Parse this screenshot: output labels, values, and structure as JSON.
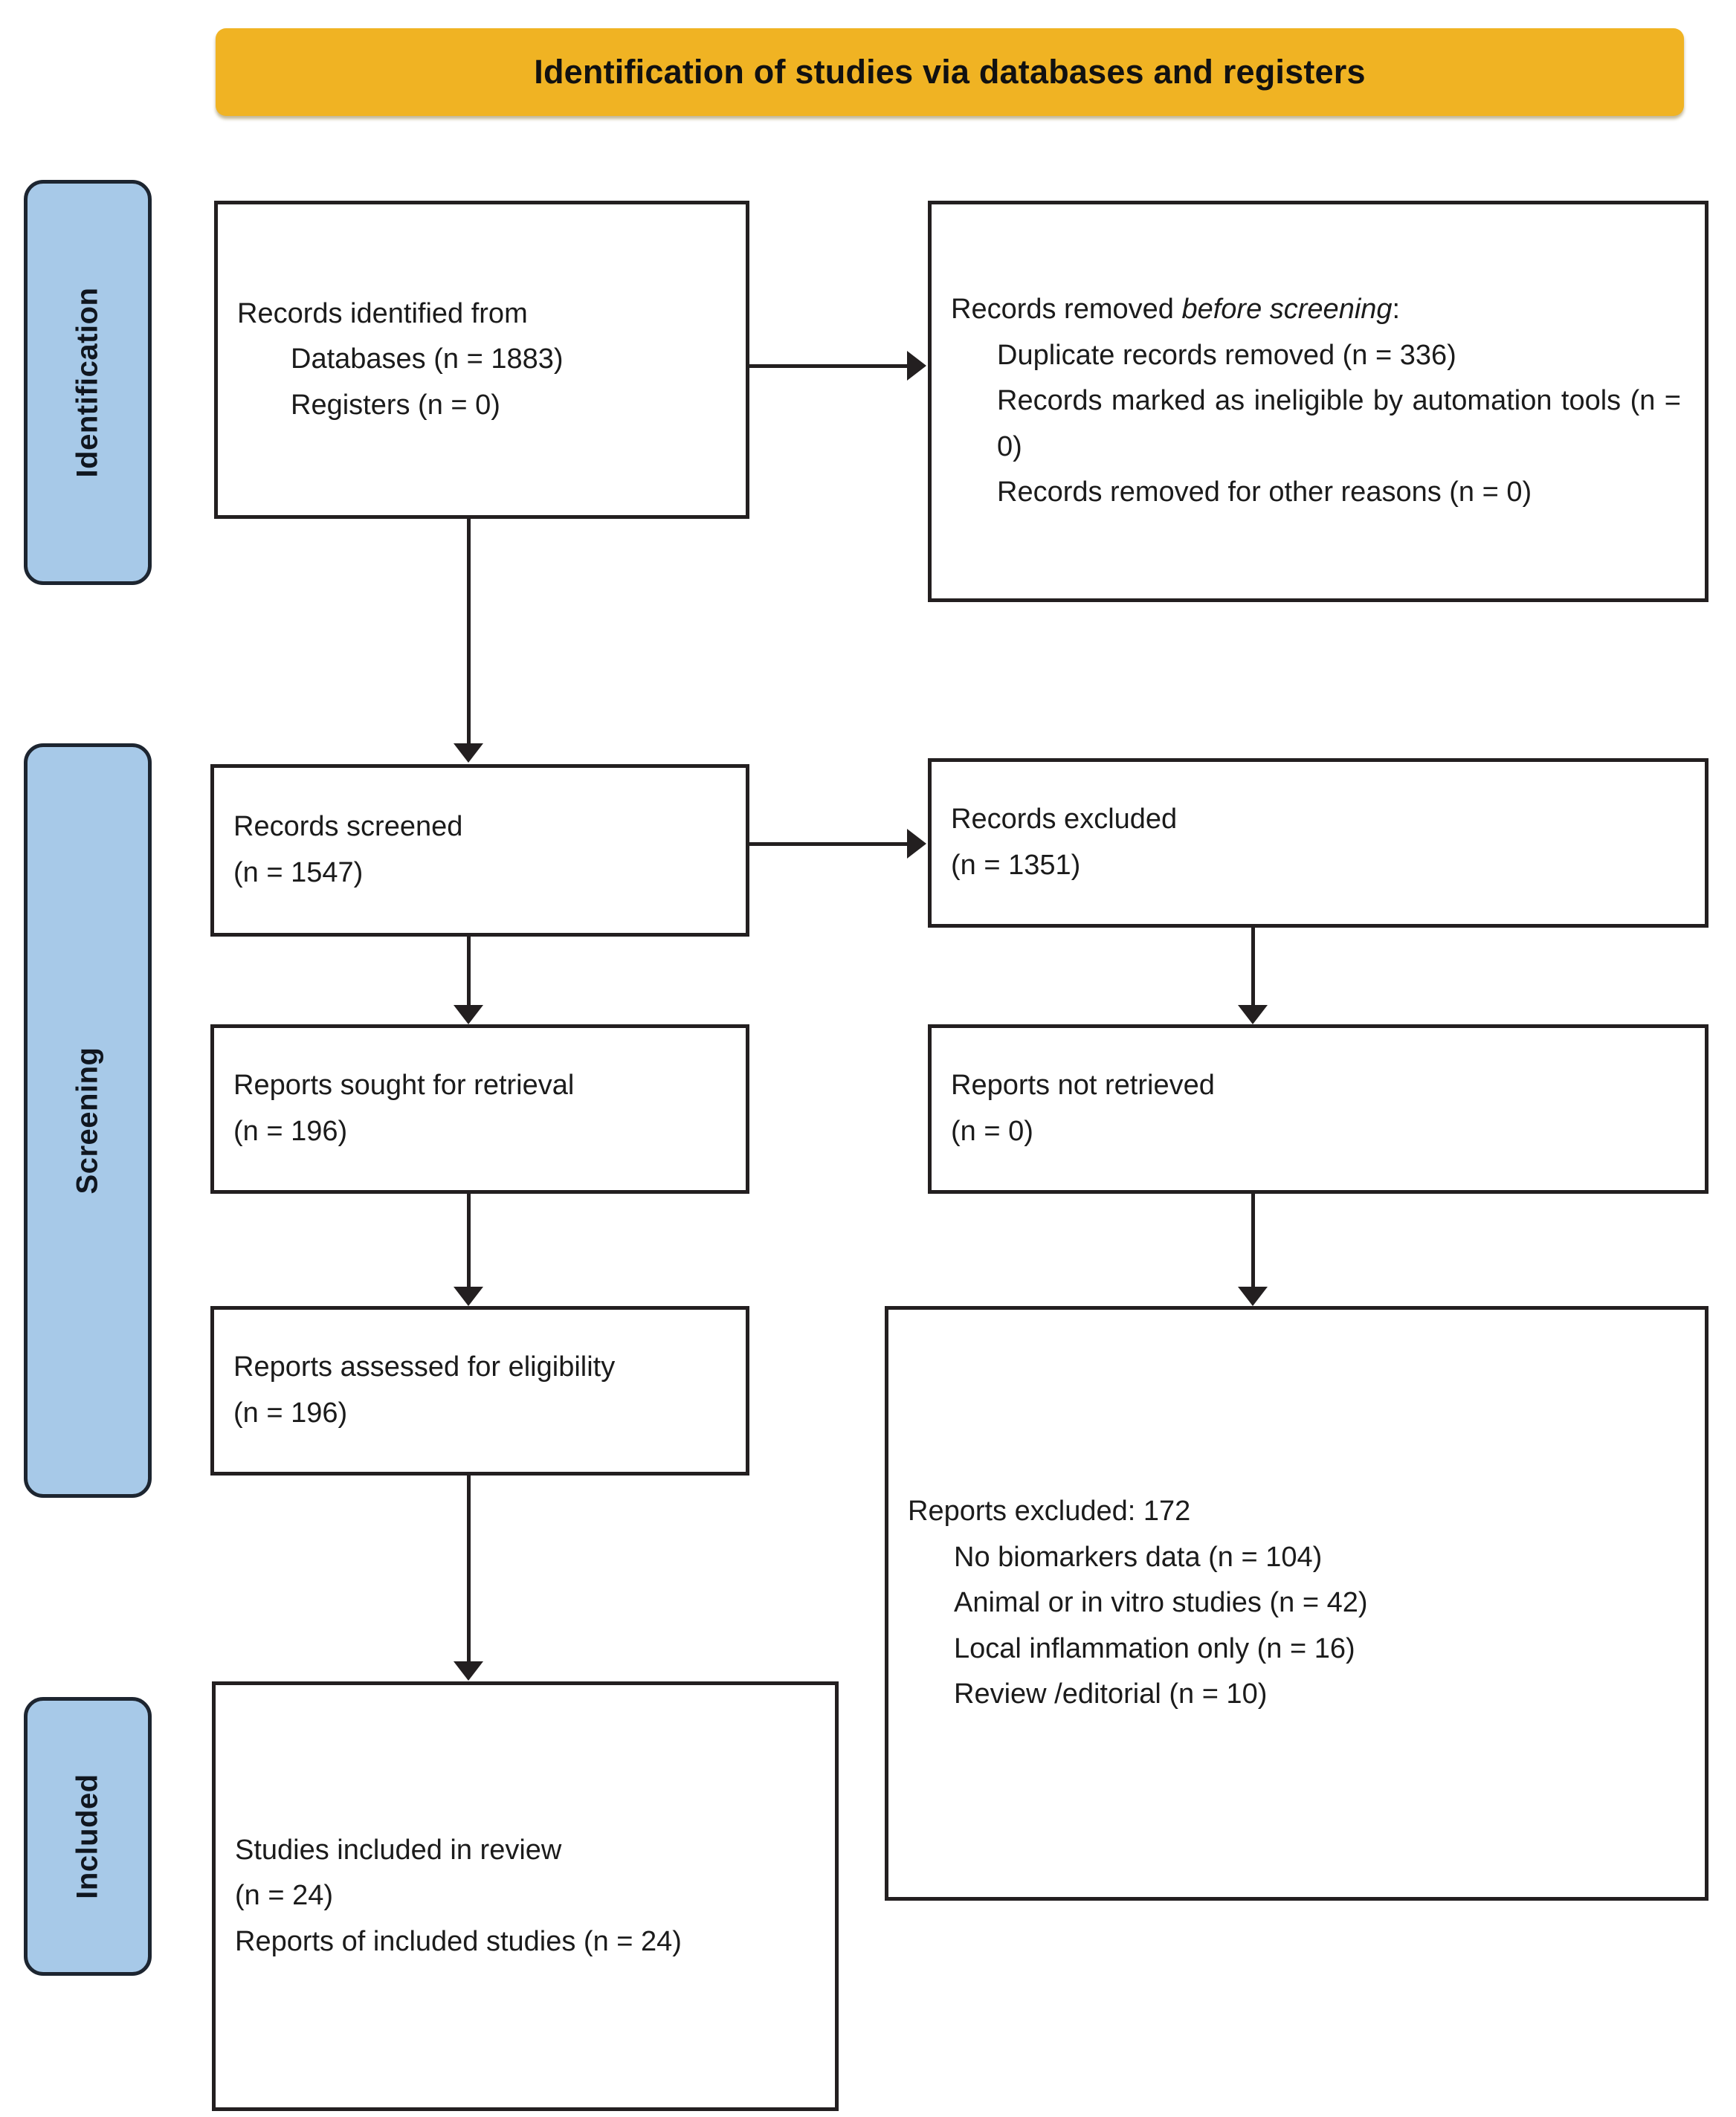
{
  "banner": {
    "title": "Identification of studies via databases and registers"
  },
  "stages": [
    {
      "id": "identification",
      "label": "Identification"
    },
    {
      "id": "screening",
      "label": "Screening"
    },
    {
      "id": "included",
      "label": "Included"
    }
  ],
  "boxes": {
    "records_identified": {
      "title": "Records identified from",
      "items": [
        "Databases  (n = 1883)",
        "Registers (n = 0)"
      ]
    },
    "records_removed": {
      "title_prefix": "Records removed ",
      "title_italic": "before  screening",
      "title_suffix": ":",
      "items": [
        "Duplicate records removed (n = 336)",
        "Records marked as ineligible by automation tools (n = 0)",
        "Records removed for other reasons (n = 0)"
      ]
    },
    "records_screened": {
      "title": "Records screened",
      "count": "(n = 1547)"
    },
    "records_excluded": {
      "title": "Records excluded",
      "count": "(n = 1351)"
    },
    "reports_sought": {
      "title": "Reports sought for retrieval",
      "count": "(n = 196)"
    },
    "reports_not_retrieved": {
      "title": "Reports not retrieved",
      "count": "(n = 0)"
    },
    "reports_assessed": {
      "title": "Reports assessed for eligibility",
      "count": "(n = 196)"
    },
    "reports_excluded": {
      "title": "Reports excluded: 172",
      "items": [
        "No biomarkers data (n = 104)",
        "Animal or in vitro studies (n = 42)",
        "Local inflammation only (n = 16)",
        "Review /editorial (n = 10)"
      ]
    },
    "studies_included": {
      "title": "Studies included in review",
      "count": "(n = 24)",
      "reports": "Reports of included studies (n = 24)"
    }
  },
  "colors": {
    "banner_fill": "#f0b323",
    "stage_tab_fill": "#a7c9e8",
    "box_border": "#231f20",
    "text": "#1b1b1b"
  }
}
